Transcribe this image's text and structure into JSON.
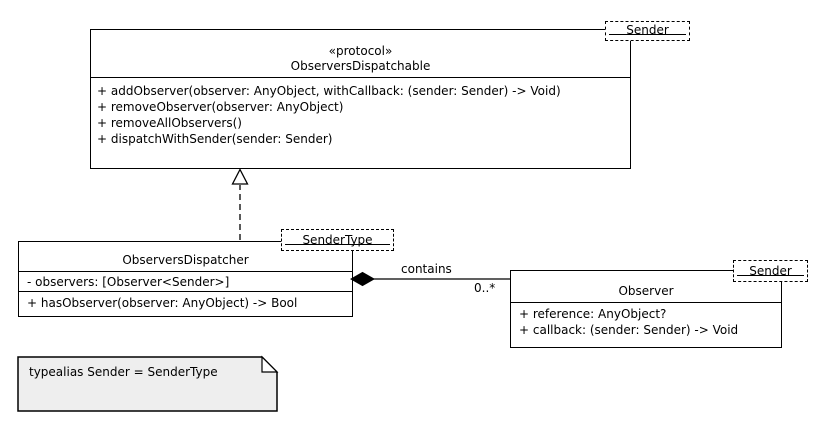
{
  "diagram": {
    "background": "#ffffff",
    "stroke_color": "#000000",
    "note_fill": "#eeeeee"
  },
  "classes": {
    "dispatchable": {
      "stereotype": "«protocol»",
      "name": "ObserversDispatchable",
      "template_param": "Sender",
      "methods": [
        "+ addObserver(observer: AnyObject, withCallback: (sender: Sender) -> Void)",
        "+ removeObserver(observer: AnyObject)",
        "+ removeAllObservers()",
        "+ dispatchWithSender(sender: Sender)"
      ]
    },
    "dispatcher": {
      "name": "ObserversDispatcher",
      "template_param": "SenderType",
      "attributes": [
        "- observers: [Observer<Sender>]"
      ],
      "methods": [
        "+ hasObserver(observer: AnyObject) -> Bool"
      ]
    },
    "observer": {
      "name": "Observer",
      "template_param": "Sender",
      "attributes": [
        "+ reference: AnyObject?",
        "+ callback: (sender: Sender) -> Void"
      ]
    }
  },
  "relationships": {
    "realization": {
      "type": "realization",
      "from": "ObserversDispatcher",
      "to": "ObserversDispatchable"
    },
    "composition": {
      "type": "composition",
      "from": "ObserversDispatcher",
      "to": "Observer",
      "label": "contains",
      "multiplicity": "0..*"
    }
  },
  "note": {
    "text": "typealias Sender = SenderType"
  }
}
